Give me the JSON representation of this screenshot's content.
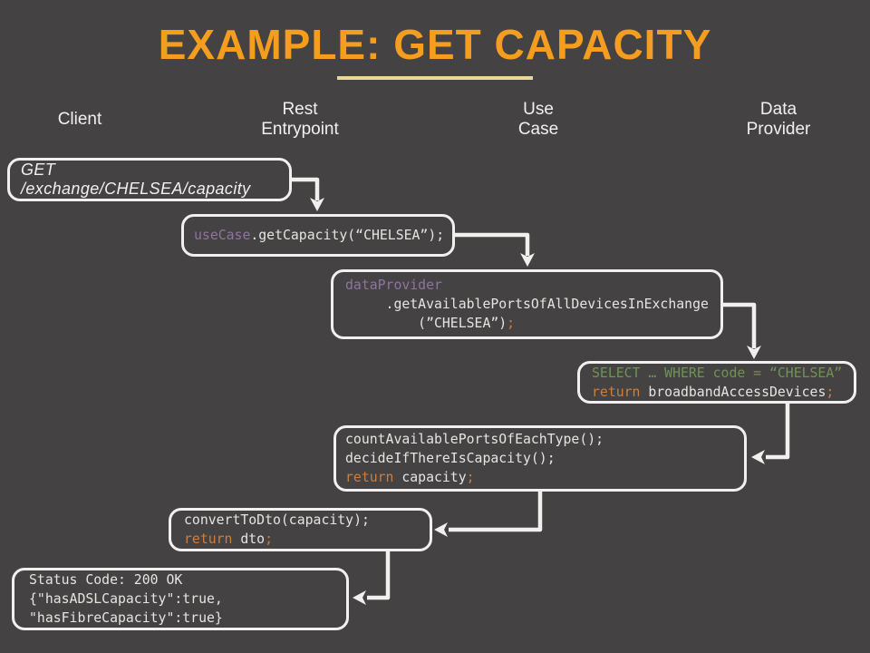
{
  "title": "EXAMPLE: GET CAPACITY",
  "colors": {
    "background": "#454243",
    "accent": "#f59d1e",
    "underline": "#ead79c",
    "box_border": "#f2f0ef",
    "code_plain": "#e6e4e1",
    "code_identifier": "#8f73a2",
    "code_keyword": "#cd7e3d",
    "code_sql": "#6f9352"
  },
  "columns": [
    {
      "id": "client",
      "label": "Client"
    },
    {
      "id": "rest-entrypoint",
      "label": "Rest\nEntrypoint"
    },
    {
      "id": "use-case",
      "label": "Use\nCase"
    },
    {
      "id": "data-provider",
      "label": "Data\nProvider"
    }
  ],
  "request_box": {
    "text": "GET /exchange/CHELSEA/capacity"
  },
  "code_boxes": [
    {
      "name": "rest-entrypoint-call",
      "lines": [
        [
          {
            "t": "useCase",
            "c": "purple"
          },
          {
            "t": ".getCapacity(“CHELSEA”);",
            "c": "plain"
          }
        ]
      ]
    },
    {
      "name": "use-case-call",
      "lines": [
        [
          {
            "t": "dataProvider",
            "c": "purple"
          }
        ],
        [
          {
            "t": "     .getAvailablePortsOfAllDevicesInExchange",
            "c": "plain"
          }
        ],
        [
          {
            "t": "         (”CHELSEA”)",
            "c": "plain"
          },
          {
            "t": ";",
            "c": "orange"
          }
        ]
      ]
    },
    {
      "name": "data-provider-query",
      "lines": [
        [
          {
            "t": "SELECT … WHERE code = “CHELSEA”",
            "c": "green"
          }
        ],
        [
          {
            "t": "return",
            "c": "orange"
          },
          {
            "t": " broadbandAccessDevices",
            "c": "plain"
          },
          {
            "t": ";",
            "c": "orange"
          }
        ]
      ]
    },
    {
      "name": "use-case-logic",
      "lines": [
        [
          {
            "t": "countAvailablePortsOfEachType();",
            "c": "plain"
          }
        ],
        [
          {
            "t": "decideIfThereIsCapacity();",
            "c": "plain"
          }
        ],
        [
          {
            "t": "return",
            "c": "orange"
          },
          {
            "t": " capacity",
            "c": "plain"
          },
          {
            "t": ";",
            "c": "orange"
          }
        ]
      ]
    },
    {
      "name": "rest-entrypoint-response",
      "lines": [
        [
          {
            "t": "convertToDto(capacity);",
            "c": "plain"
          }
        ],
        [
          {
            "t": "return",
            "c": "orange"
          },
          {
            "t": " dto",
            "c": "plain"
          },
          {
            "t": ";",
            "c": "orange"
          }
        ]
      ]
    },
    {
      "name": "client-response",
      "lines": [
        [
          {
            "t": "Status Code: 200 OK",
            "c": "plain"
          }
        ],
        [
          {
            "t": "{\"hasADSLCapacity\":true,",
            "c": "plain"
          }
        ],
        [
          {
            "t": "\"hasFibreCapacity\":true}",
            "c": "plain"
          }
        ]
      ]
    }
  ]
}
